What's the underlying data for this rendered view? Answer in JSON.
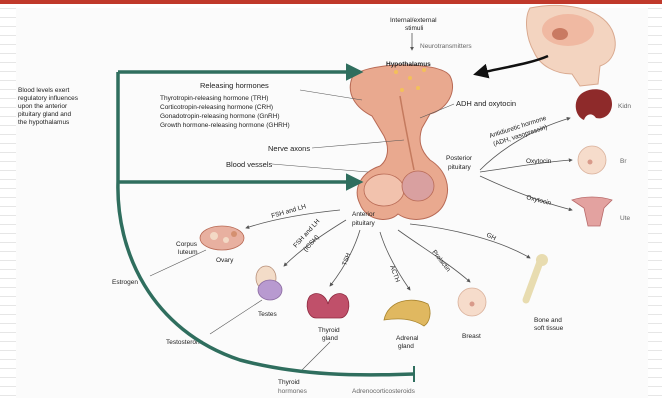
{
  "labels": {
    "feedback_text": [
      "Blood levels exert",
      "regulatory influences",
      "upon the anterior",
      "pituitary gland and",
      "the hypothalamus"
    ],
    "stimuli": [
      "Internal/external",
      "stimuli"
    ],
    "neurotransmitters": "Neurotransmitters",
    "hypothalamus": "Hypothalamus",
    "releasing_hormones": "Releasing hormones",
    "trh": "Thyrotropin-releasing hormone (TRH)",
    "crh": "Corticotropin-releasing hormone (CRH)",
    "gnrh": "Gonadotropin-releasing hormone (GnRH)",
    "ghrh": "Growth hormone-releasing hormone (GHRH)",
    "adh_oxytocin": "ADH and oxytocin",
    "nerve_axons": "Nerve axons",
    "blood_vessels": "Blood vessels",
    "posterior_pituitary": [
      "Posterior",
      "pituitary"
    ],
    "anterior_pituitary": [
      "Anterior",
      "pituitary"
    ],
    "antidiuretic": [
      "Antidiuretic hormone",
      "(ADH, vasopressin)"
    ],
    "oxytocin_1": "Oxytocin",
    "oxytocin_2": "Oxytocin",
    "kidney": "Kidn",
    "breast_right": "Br",
    "uterus": "Ute",
    "fsh_lh_1": [
      "FSH and LH"
    ],
    "fsh_lh_2": [
      "FSH and LH",
      "(ICSH)"
    ],
    "tsh": "TSH",
    "acth": "ACTH",
    "prolactin": "Prolactin",
    "gh": "GH",
    "corpus_luteum": [
      "Corpus",
      "luteum"
    ],
    "ovary": "Ovary",
    "estrogen": "Estrogen",
    "testes": "Testes",
    "testosterone": "Testosterone",
    "thyroid_gland": [
      "Thyroid",
      "gland"
    ],
    "adrenal_gland": [
      "Adrenal",
      "gland"
    ],
    "breast": "Breast",
    "bone": [
      "Bone and",
      "soft tissue"
    ],
    "thyroid_hormones": [
      "Thyroid",
      "hormones"
    ],
    "adrenocorticosteroids": "Adrenocorticosteroids"
  },
  "colors": {
    "feedback_arrow": "#2f6e5e",
    "gland_tissue": "#e9a98f",
    "gland_outline": "#b86a55",
    "red_bar": "#c0392b"
  }
}
